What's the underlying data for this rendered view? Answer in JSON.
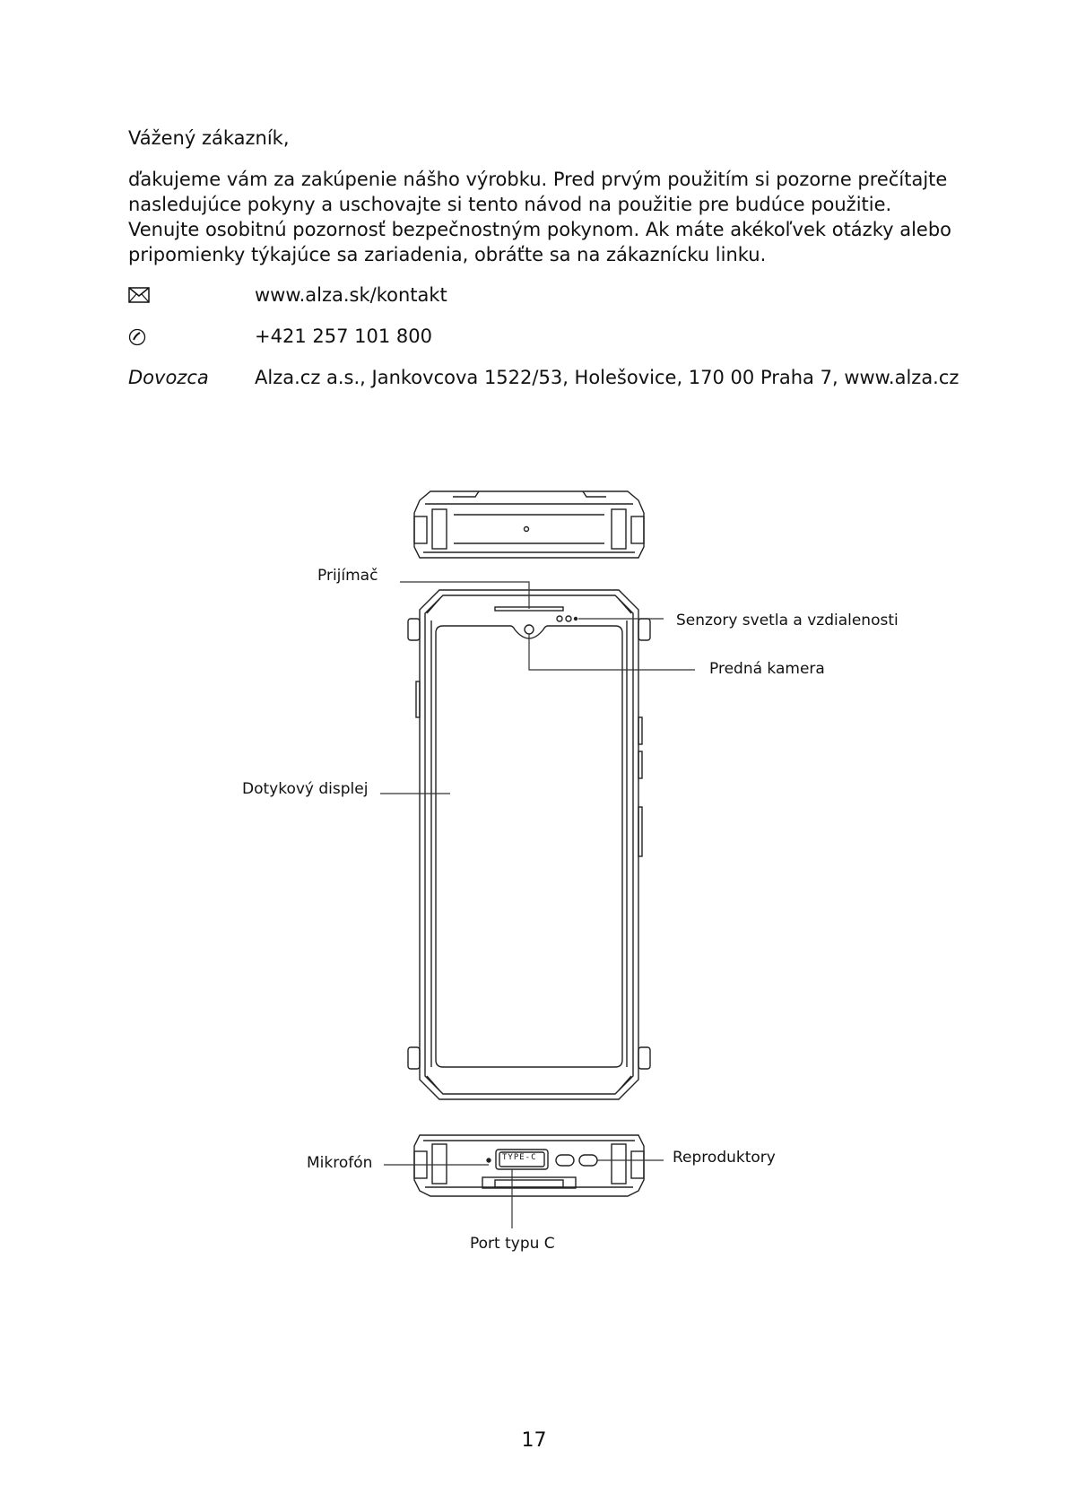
{
  "greeting": "Vážený zákazník,",
  "intro": "ďakujeme vám za zakúpenie nášho výrobku. Pred prvým použitím si pozorne prečítajte nasledujúce pokyny a uschovajte si tento návod na použitie pre budúce použitie. Venujte osobitnú pozornosť bezpečnostným pokynom. Ak máte akékoľvek otázky alebo pripomienky týkajúce sa zariadenia, obráťte sa na zákaznícku linku.",
  "contact": {
    "email_icon": "envelope-icon",
    "web": "www.alza.sk/kontakt",
    "phone_icon": "phone-icon",
    "phone": "+421 257 101 800",
    "importer_label": "Dovozca",
    "importer_value": "Alza.cz a.s., Jankovcova 1522/53, Holešovice, 170 00 Praha 7, www.alza.cz"
  },
  "diagram": {
    "labels": {
      "receiver": "Prijímač",
      "sensors": "Senzory svetla a vzdialenosti",
      "front_camera": "Predná kamera",
      "touch_display": "Dotykový displej",
      "microphone": "Mikrofón",
      "speakers": "Reproduktory",
      "usb_port": "Port typu C"
    },
    "port_marking": "TYPE-C"
  },
  "page_number": "17"
}
